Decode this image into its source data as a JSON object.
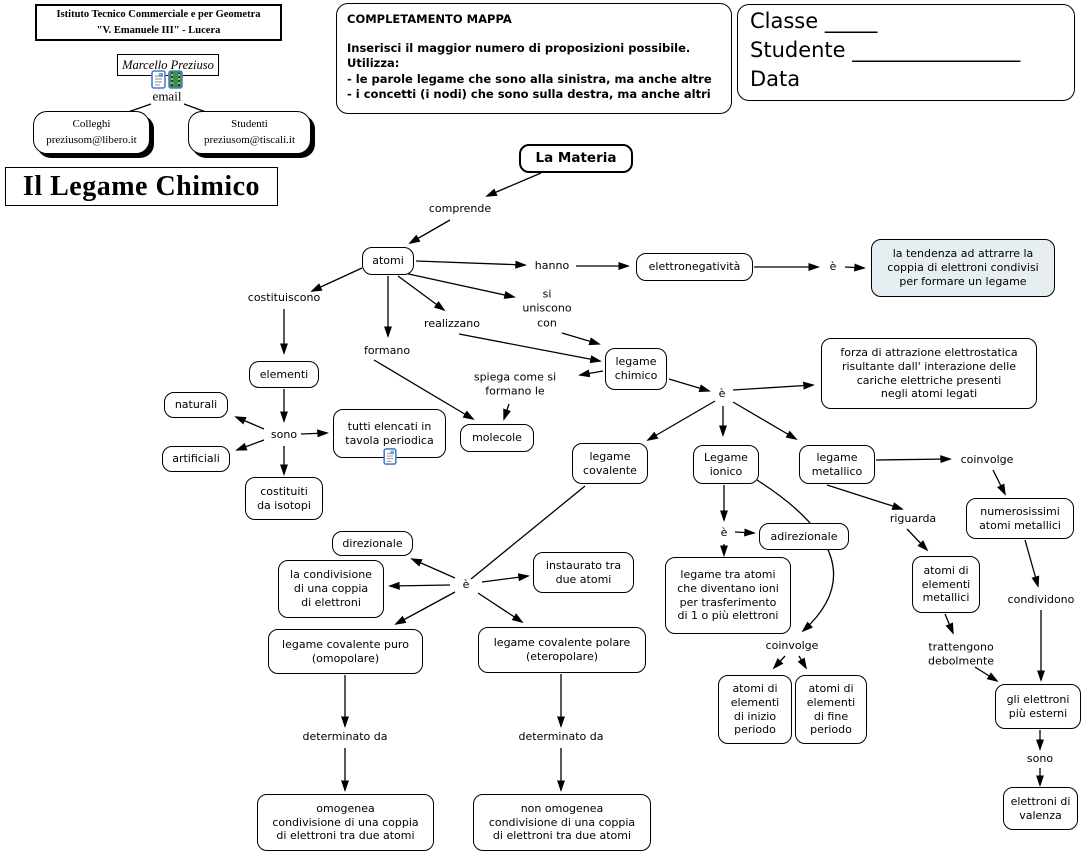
{
  "school": {
    "line1": "Istituto Tecnico Commerciale e per Geometra",
    "line2": "\"V. Emanuele III\" - Lucera"
  },
  "author": {
    "name": "Marcello Preziuso",
    "email_label": "email"
  },
  "contacts": {
    "colleagues_title": "Colleghi",
    "colleagues_email": "preziusom@libero.it",
    "students_title": "Studenti",
    "students_email": "preziusom@tiscali.it"
  },
  "title": "Il Legame Chimico",
  "instructions": {
    "heading": "COMPLETAMENTO MAPPA",
    "line1": "Inserisci il maggior numero di proposizioni possibile.",
    "line2": "Utilizza:",
    "line3": "- le parole legame che sono alla sinistra, ma anche altre",
    "line4": "- i concetti (i nodi) che sono sulla destra, ma anche altri"
  },
  "form": {
    "classe": "Classe _____",
    "studente": "Studente ________________",
    "data": "Data"
  },
  "icons": {
    "author_resource_1": "document-icon",
    "author_resource_2": "film-icon",
    "periodic_table_resource": "document-icon"
  },
  "colors": {
    "node_border": "#000000",
    "node_fill": "#ffffff",
    "highlight_fill": "#e6eef2",
    "resource_icon_border": "#4d7fc4"
  },
  "nodes": {
    "la_materia": "La Materia",
    "atomi": "atomi",
    "elettronegativita": "elettronegatività",
    "tendenza": "la tendenza ad attrarre la\ncoppia di elettroni condivisi\nper formare un legame",
    "elementi": "elementi",
    "naturali": "naturali",
    "artificiali": "artificiali",
    "tutti_elencati": "tutti elencati in\ntavola periodica",
    "costituiti": "costituiti\nda isotopi",
    "molecole": "molecole",
    "legame_chimico": "legame\nchimico",
    "forza": "forza di attrazione elettrostatica\nrisultante dall' interazione delle\ncariche elettriche presenti\nnegli atomi legati",
    "legame_covalente": "legame\ncovalente",
    "legame_ionico": "Legame\nionico",
    "legame_metallico": "legame\nmetallico",
    "adirezionale": "adirezionale",
    "legame_tra_atomi": "legame tra atomi\nche diventano ioni\nper trasferimento\ndi 1 o più elettroni",
    "atomi_inizio": "atomi di\nelementi\ndi inizio\nperiodo",
    "atomi_fine": "atomi di\nelementi\ndi fine\nperiodo",
    "numerosissimi": "numerosissimi\natomi metallici",
    "atomi_el_metallici": "atomi di\nelementi\nmetallici",
    "gli_elettroni": "gli elettroni\npiù esterni",
    "elettroni_valenza": "elettroni di\nvalenza",
    "direzionale": "direzionale",
    "condivisione": "la condivisione\ndi una coppia\ndi elettroni",
    "instaurato": "instaurato tra\ndue atomi",
    "puro": "legame covalente puro\n(omopolare)",
    "polare": "legame covalente polare\n(eteropolare)",
    "omogenea": "omogenea\ncondivisione di una coppia\ndi elettroni tra due atomi",
    "non_omogenea": "non omogenea\ncondivisione di una coppia\ndi elettroni tra due atomi"
  },
  "labels": {
    "comprende": "comprende",
    "hanno": "hanno",
    "e1": "è",
    "costituiscono": "costituiscono",
    "si_uniscono": "si\nuniscono\ncon",
    "realizzano": "realizzano",
    "formano": "formano",
    "sono1": "sono",
    "spiega": "spiega come si\nformano le",
    "e2": "è",
    "e3": "è",
    "e4": "è",
    "coinvolge1": "coinvolge",
    "coinvolge2": "coinvolge",
    "riguarda": "riguarda",
    "condividono": "condividono",
    "trattengono": "trattengono\ndebolmente",
    "sono2": "sono",
    "det1": "determinato da",
    "det2": "determinato da"
  }
}
